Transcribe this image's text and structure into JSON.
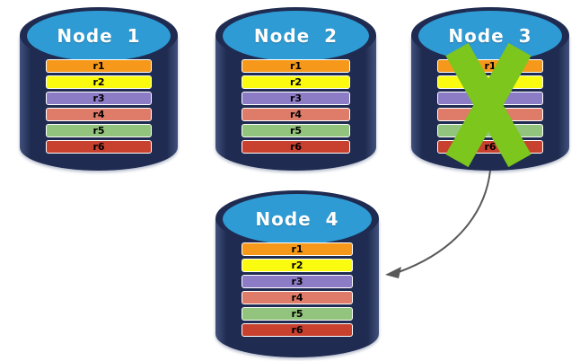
{
  "diagram_type": "database-replication-failover",
  "nodes": [
    {
      "label": "Node  1",
      "crossed_out": false,
      "replicas": [
        "r1",
        "r2",
        "r3",
        "r4",
        "r5",
        "r6"
      ]
    },
    {
      "label": "Node  2",
      "crossed_out": false,
      "replicas": [
        "r1",
        "r2",
        "r3",
        "r4",
        "r5",
        "r6"
      ]
    },
    {
      "label": "Node  3",
      "crossed_out": true,
      "replicas": [
        "r1",
        "r2",
        "r3",
        "r4",
        "r5",
        "r6"
      ]
    },
    {
      "label": "Node  4",
      "crossed_out": false,
      "replicas": [
        "r1",
        "r2",
        "r3",
        "r4",
        "r5",
        "r6"
      ]
    }
  ],
  "replica_colors": {
    "r1": "#F6991A",
    "r2": "#FBFB0F",
    "r3": "#8C7BC5",
    "r4": "#DF7B69",
    "r5": "#93C47D",
    "r6": "#C8402E"
  },
  "colors": {
    "cylinder_body": "#1F2B50",
    "cylinder_cap": "#2E9BD5",
    "title_text": "#FFFFFF",
    "replica_text": "#000000",
    "replica_border": "#FFFFFF",
    "failure_x": "#7CC61E",
    "arrow": "#595959",
    "background": "#FFFFFF"
  },
  "failure_mark": {
    "icon": "x-mark-icon",
    "on_node": "Node  3"
  },
  "arrow": {
    "from": "Node  3",
    "to": "Node  4",
    "style": "curved"
  }
}
